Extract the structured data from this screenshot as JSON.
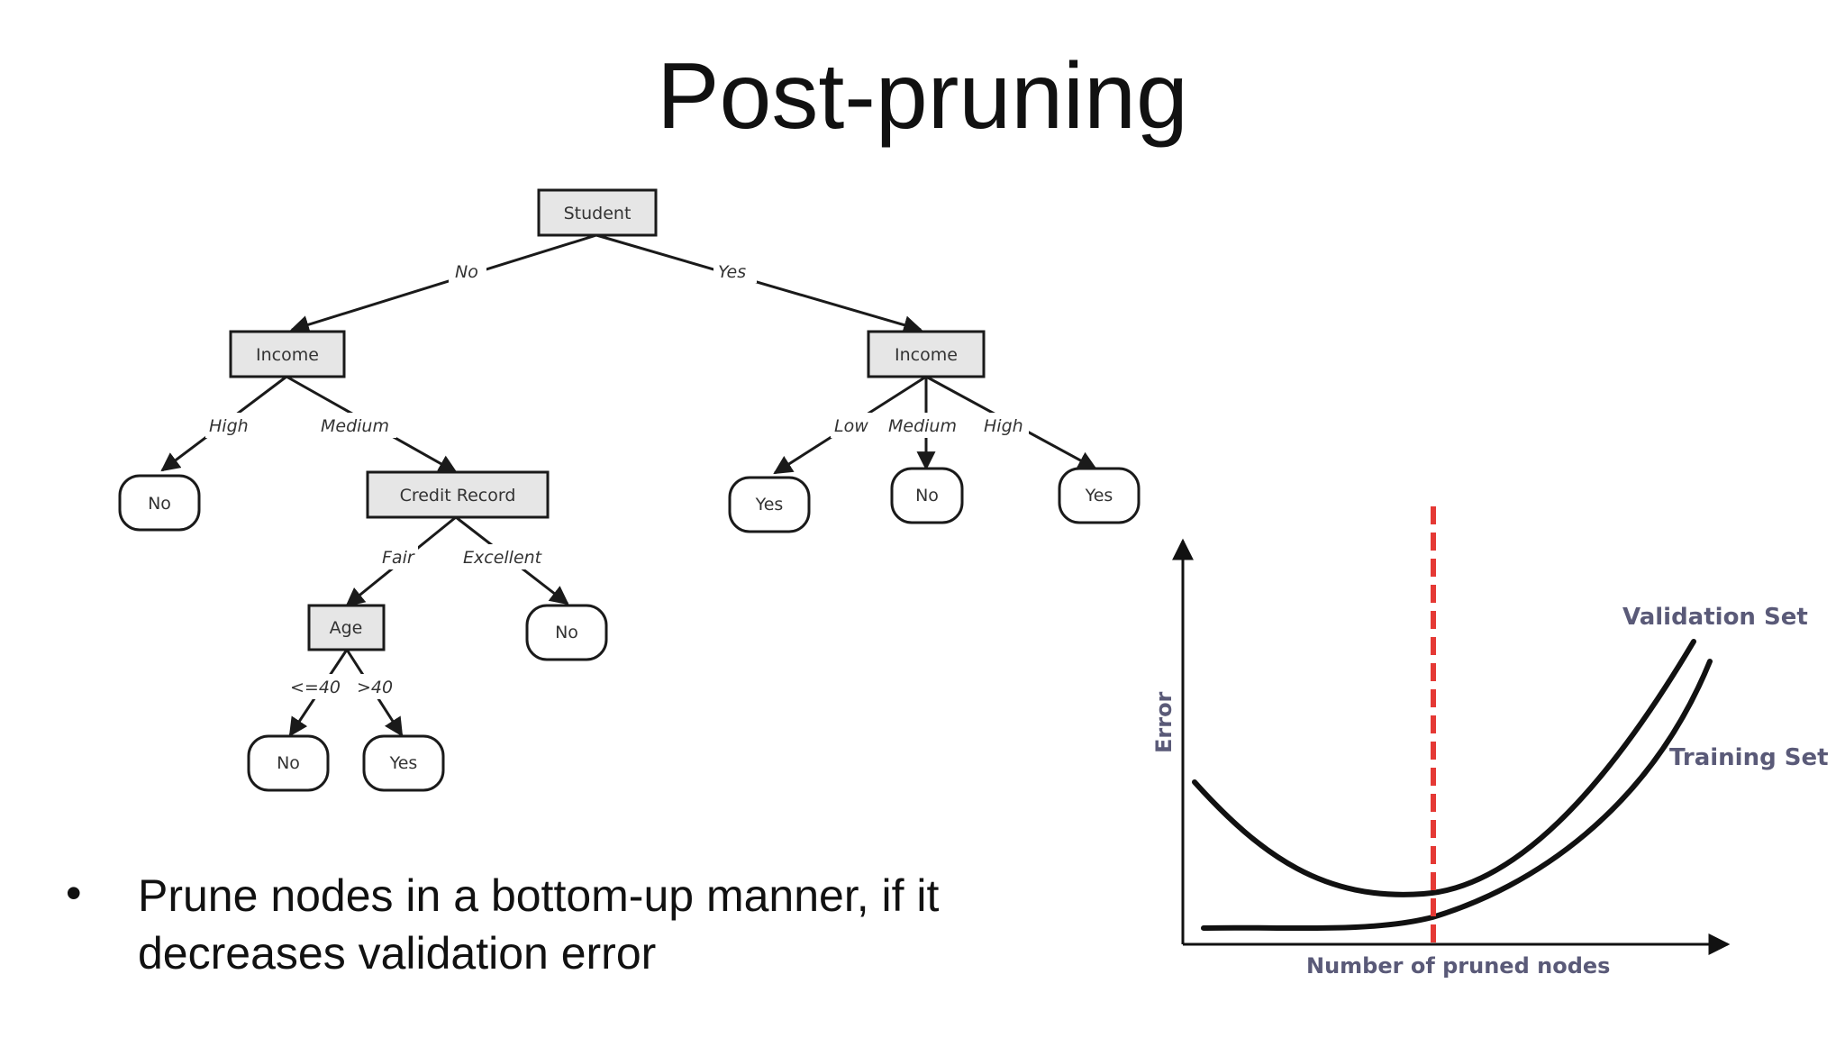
{
  "slide": {
    "title": "Post-pruning",
    "bullet": "Prune nodes in a bottom-up manner, if it decreases validation error",
    "bullet_marker": "•"
  },
  "tree": {
    "nodes": {
      "student": "Student",
      "income_left": "Income",
      "income_right": "Income",
      "credit_record": "Credit Record",
      "age": "Age",
      "leaf_no_high": "No",
      "leaf_no_excellent": "No",
      "leaf_no_le40": "No",
      "leaf_yes_gt40": "Yes",
      "leaf_yes_low": "Yes",
      "leaf_no_medium": "No",
      "leaf_yes_high": "Yes"
    },
    "edges": {
      "student_no": "No",
      "student_yes": "Yes",
      "left_high": "High",
      "left_medium": "Medium",
      "right_low": "Low",
      "right_medium": "Medium",
      "right_high": "High",
      "credit_fair": "Fair",
      "credit_excellent": "Excellent",
      "age_le40": "<=40",
      "age_gt40": ">40"
    },
    "colors": {
      "decision_fill": "#e6e6e6",
      "leaf_fill": "#ffffff",
      "stroke": "#1a1a1a"
    }
  },
  "chart": {
    "xlabel": "Number of pruned nodes",
    "ylabel": "Error",
    "validation_label": "Validation Set",
    "training_label": "Training Set",
    "colors": {
      "curve": "#111111",
      "marker_line": "#e53935",
      "label": "#5a5a78"
    }
  }
}
